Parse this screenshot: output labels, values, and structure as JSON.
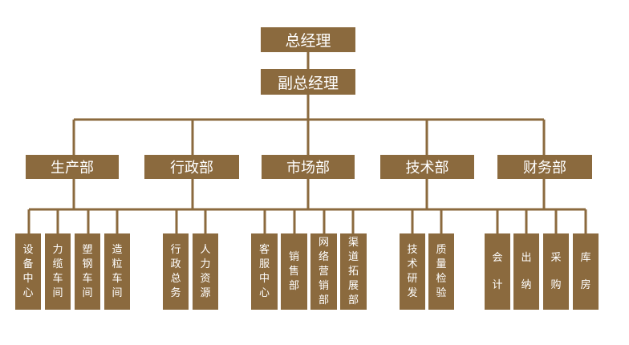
{
  "chart": {
    "ceo": "总经理",
    "deputy": "副总经理",
    "departments": [
      {
        "name": "生产部",
        "units": [
          "设备中心",
          "力缆车间",
          "塑钢车间",
          "造粒车间"
        ]
      },
      {
        "name": "行政部",
        "units": [
          "行政总务",
          "人力资源"
        ]
      },
      {
        "name": "市场部",
        "units": [
          "客服中心",
          "销售部",
          "网络营销部",
          "渠道拓展部"
        ]
      },
      {
        "name": "技术部",
        "units": [
          "技术研发",
          "质量检验"
        ]
      },
      {
        "name": "财务部",
        "units": [
          "会计",
          "出纳",
          "采购",
          "库房"
        ]
      }
    ],
    "line_color": "#8B6A3E",
    "box_color": "#8B6A3E"
  }
}
